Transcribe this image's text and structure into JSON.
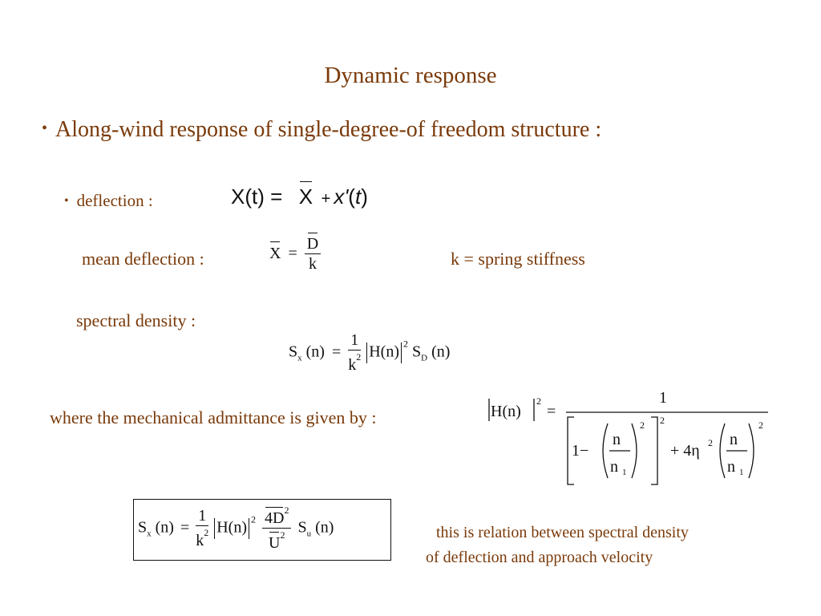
{
  "title": "Dynamic response",
  "bullet_main": "Along-wind response of single-degree-of freedom structure  :",
  "bullet_sub": "deflection :",
  "deflection_eq": {
    "lhs": "X(t) =",
    "xbar": "X",
    "plus": "+",
    "xprime": "x'",
    "paren_open": "(",
    "t": "t",
    "paren_close": ")"
  },
  "mean_label": "mean deflection :",
  "mean_eq": {
    "xbar": "X",
    "eq": "=",
    "num": "D",
    "den": "k"
  },
  "spring_note": "k = spring stiffness",
  "spectral_label": "spectral density :",
  "spectral_eq": {
    "S": "S",
    "sub_x": "x",
    "arg_n": "(n)",
    "eq": "=",
    "num": "1",
    "den": "k",
    "exp2": "2",
    "H": "H(n)",
    "sub_D": "D"
  },
  "admittance_label": "where the mechanical admittance is given by :",
  "admittance_eq": {
    "H": "H(n)",
    "exp2": "2",
    "eq": "=",
    "one": "1",
    "one_minus": "1−",
    "n": "n",
    "n1": "n",
    "sub1": "1",
    "plus4eta": "+ 4η"
  },
  "boxed_eq": {
    "S": "S",
    "sub_x": "x",
    "arg_n": "(n)",
    "eq": "=",
    "num": "1",
    "den": "k",
    "exp2": "2",
    "H": "H(n)",
    "num2": "4D",
    "den2": "U",
    "Su": "S",
    "sub_u": "u"
  },
  "relation_note_1": "this is relation between spectral density",
  "relation_note_2": "of deflection and approach velocity",
  "colors": {
    "text": "#7a3a0a",
    "math": "#111111",
    "background": "#ffffff"
  }
}
